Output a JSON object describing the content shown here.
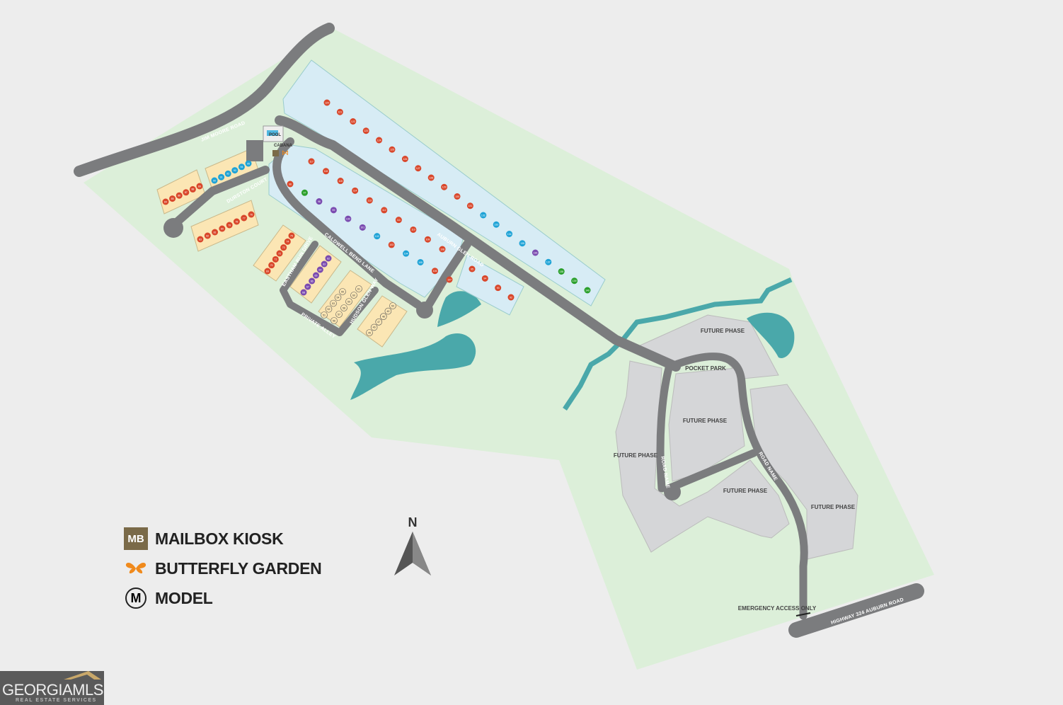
{
  "colors": {
    "site": "#dcefd9",
    "lots_bg": "#d7ecf5",
    "town_bg": "#fbe6b4",
    "road": "#7b7c7e",
    "future": "#d5d6d8",
    "water": "#4aa8aa",
    "red": "#d9472b",
    "blue": "#1fa3d6",
    "green": "#2ca02c",
    "purple": "#7b4bb0",
    "mailbox": "#7a6a48",
    "butterfly": "#f08a1c"
  },
  "roads": {
    "jim_moore": "JIM MOORE ROAD",
    "auburn_glen": "AUBURN GLEN ROAD",
    "durston": "DURSTON COURT",
    "caldwell": "CALDWELL BEND LANE",
    "eastham": "EASTHAM RUN DRIVE",
    "private_alley": "PRIVATE ALLEY",
    "hudson": "HUDSON GLEN WAY",
    "road_name_1": "ROAD NAME",
    "road_name_2": "ROAD NAME",
    "highway": "HIGHWAY 324 AUBURN ROAD"
  },
  "amenities": {
    "pool": "POOL",
    "cabana": "CABANA",
    "pocket_park": "POCKET PARK",
    "emergency": "EMERGENCY ACCESS ONLY"
  },
  "future": [
    "FUTURE PHASE",
    "FUTURE PHASE",
    "FUTURE PHASE",
    "FUTURE PHASE",
    "FUTURE PHASE"
  ],
  "lots": {
    "upper_row": [
      [
        "120",
        "red"
      ],
      [
        "121",
        "red"
      ],
      [
        "122",
        "red"
      ],
      [
        "123",
        "red"
      ],
      [
        "124",
        "red"
      ],
      [
        "125",
        "red"
      ],
      [
        "126",
        "red"
      ],
      [
        "127",
        "red"
      ],
      [
        "128",
        "red"
      ],
      [
        "129",
        "red"
      ],
      [
        "130",
        "red"
      ],
      [
        "131",
        "red"
      ],
      [
        "132",
        "blue"
      ],
      [
        "133",
        "blue"
      ],
      [
        "134",
        "blue"
      ],
      [
        "135",
        "blue"
      ],
      [
        "136",
        "purple"
      ],
      [
        "137",
        "blue"
      ],
      [
        "138",
        "green"
      ],
      [
        "139",
        "green"
      ],
      [
        "140",
        "green"
      ]
    ],
    "mid_row": [
      [
        "117",
        "red"
      ],
      [
        "116",
        "red"
      ],
      [
        "115",
        "red"
      ],
      [
        "114",
        "red"
      ],
      [
        "113",
        "red"
      ],
      [
        "112",
        "red"
      ],
      [
        "111",
        "red"
      ],
      [
        "110",
        "red"
      ],
      [
        "109",
        "red"
      ],
      [
        "108",
        "red"
      ]
    ],
    "low_row": [
      [
        "96",
        "red"
      ],
      [
        "97",
        "green"
      ],
      [
        "98",
        "purple"
      ],
      [
        "99",
        "purple"
      ],
      [
        "100",
        "purple"
      ],
      [
        "101",
        "purple"
      ],
      [
        "102",
        "blue"
      ],
      [
        "103",
        "red"
      ],
      [
        "104",
        "blue"
      ],
      [
        "105",
        "blue"
      ],
      [
        "106",
        "red"
      ],
      [
        "107",
        "red"
      ]
    ],
    "corner_row": [
      [
        "95",
        "red"
      ],
      [
        "94",
        "red"
      ],
      [
        "93",
        "red"
      ],
      [
        "92",
        "red"
      ]
    ],
    "town_a": [
      [
        "84",
        "red"
      ],
      [
        "85",
        "red"
      ],
      [
        "86",
        "red"
      ],
      [
        "87",
        "red"
      ],
      [
        "88",
        "red"
      ],
      [
        "89",
        "red"
      ]
    ],
    "town_b": [
      [
        "90",
        "blue"
      ],
      [
        "91",
        "blue"
      ],
      [
        "92",
        "blue"
      ],
      [
        "93",
        "blue"
      ],
      [
        "94",
        "blue"
      ],
      [
        "95",
        "blue"
      ]
    ],
    "town_c": [
      [
        "83",
        "red"
      ],
      [
        "82",
        "red"
      ],
      [
        "81",
        "red"
      ],
      [
        "80",
        "red"
      ],
      [
        "79",
        "red"
      ],
      [
        "78",
        "red"
      ],
      [
        "77",
        "red"
      ],
      [
        "76",
        "red"
      ]
    ],
    "town_d": [
      [
        "69",
        "red"
      ],
      [
        "70",
        "red"
      ],
      [
        "71",
        "red"
      ],
      [
        "72",
        "red"
      ],
      [
        "73",
        "red"
      ],
      [
        "74",
        "red"
      ],
      [
        "75",
        "red"
      ]
    ],
    "town_e": [
      [
        "68",
        "purple"
      ],
      [
        "67",
        "purple"
      ],
      [
        "66",
        "purple"
      ],
      [
        "65",
        "purple"
      ],
      [
        "64",
        "purple"
      ],
      [
        "63",
        "purple"
      ],
      [
        "62",
        "purple"
      ]
    ],
    "town_f": [
      [
        "51",
        "outline"
      ],
      [
        "52",
        "outline"
      ],
      [
        "53",
        "outline"
      ],
      [
        "54",
        "outline"
      ],
      [
        "55",
        "outline"
      ],
      [
        "56",
        "outline"
      ],
      [
        "57",
        "outline"
      ],
      [
        "58",
        "outline"
      ],
      [
        "59",
        "outline"
      ],
      [
        "60",
        "outline"
      ],
      [
        "61",
        "outline"
      ]
    ],
    "town_g": [
      [
        "45",
        "outline"
      ],
      [
        "46",
        "outline"
      ],
      [
        "47",
        "outline"
      ],
      [
        "48",
        "outline"
      ],
      [
        "49",
        "outline"
      ],
      [
        "50",
        "outline"
      ]
    ]
  },
  "legend": [
    {
      "icon": "mailbox-kiosk-icon",
      "badge": "MB",
      "label": "MAILBOX KIOSK"
    },
    {
      "icon": "butterfly-icon",
      "label": "BUTTERFLY GARDEN"
    },
    {
      "icon": "model-icon",
      "badge": "M",
      "label": "MODEL"
    }
  ],
  "north": "N",
  "logo": {
    "name": "GEORGIAMLS",
    "tagline": "REAL ESTATE SERVICES"
  }
}
